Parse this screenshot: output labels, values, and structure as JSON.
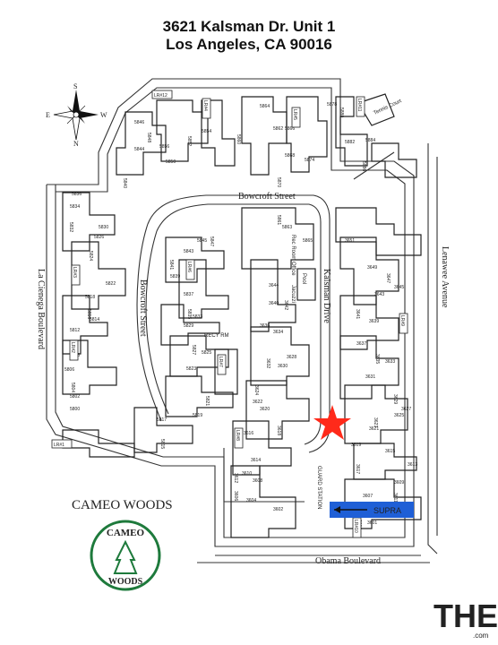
{
  "title": {
    "line1": "3621 Kalsman Dr. Unit 1",
    "line2": "Los Angeles, CA 90016"
  },
  "compass": {
    "n": "N",
    "s": "S",
    "e": "E",
    "w": "W"
  },
  "streets": {
    "bowcroft_top": "Bowcroft Street",
    "bowcroft_left": "Bowcroft Street",
    "kalsman": "Kalsman Drive",
    "la_cienega": "La Cienega Boulevard",
    "lenawee": "Lenawee Avenue",
    "obama": "Obama Boulevard",
    "tennis_court": "Tennis Court",
    "guard_station": "GUARD STATION"
  },
  "labels": {
    "community": "CAMEO WOODS",
    "supra": "SUPRA",
    "logo_text": "CAMEO WOODS",
    "mls": "THE MLS",
    "mls_sub": ".com",
    "pool": "Pool",
    "jacuzzi": "Jacuzzi",
    "rec_room": "Rec Room Office",
    "recy_rm": "RECY RM"
  },
  "laundry": [
    "LR#12",
    "LR#4",
    "LR#5",
    "LR#3",
    "LR#6",
    "LR#7",
    "LR#2",
    "LR#1",
    "LR#8",
    "LR#9",
    "LR#10",
    "LR#11"
  ],
  "units": [
    "5846",
    "5848",
    "5856",
    "5850",
    "5852",
    "5854",
    "5844",
    "5840",
    "5864",
    "5862",
    "5860",
    "5866",
    "5868",
    "5870",
    "5874",
    "5878",
    "5880",
    "5882",
    "5884",
    "5886",
    "5836",
    "5834",
    "5832",
    "5830",
    "5826",
    "5824",
    "5822",
    "5818",
    "5816",
    "5814",
    "5812",
    "5810",
    "5808",
    "5806",
    "5804",
    "5802",
    "5800",
    "5841",
    "5843",
    "5845",
    "5847",
    "5839",
    "5837",
    "5835",
    "5833",
    "5829",
    "5827",
    "5825",
    "5823",
    "5821",
    "5819",
    "5817",
    "5815",
    "3644",
    "3640",
    "3642",
    "3636",
    "3634",
    "3632",
    "3630",
    "3628",
    "3624",
    "3622",
    "3620",
    "3618",
    "3616",
    "3614",
    "3612",
    "3610",
    "3608",
    "3606",
    "3604",
    "3602",
    "3600",
    "3651",
    "3649",
    "3647",
    "3645",
    "3643",
    "3641",
    "3639",
    "3637",
    "3635",
    "3633",
    "3631",
    "3629",
    "3627",
    "3625",
    "3623",
    "3621",
    "3619",
    "3617",
    "3615",
    "3613",
    "3611",
    "3609",
    "3607",
    "3605",
    "3603",
    "3601",
    "5861",
    "5863",
    "5865"
  ],
  "colors": {
    "star": "#ff2a1a",
    "supra_box": "#1f5fd6",
    "logo_green": "#1e7a3c",
    "mls_red": "#e0282e"
  }
}
